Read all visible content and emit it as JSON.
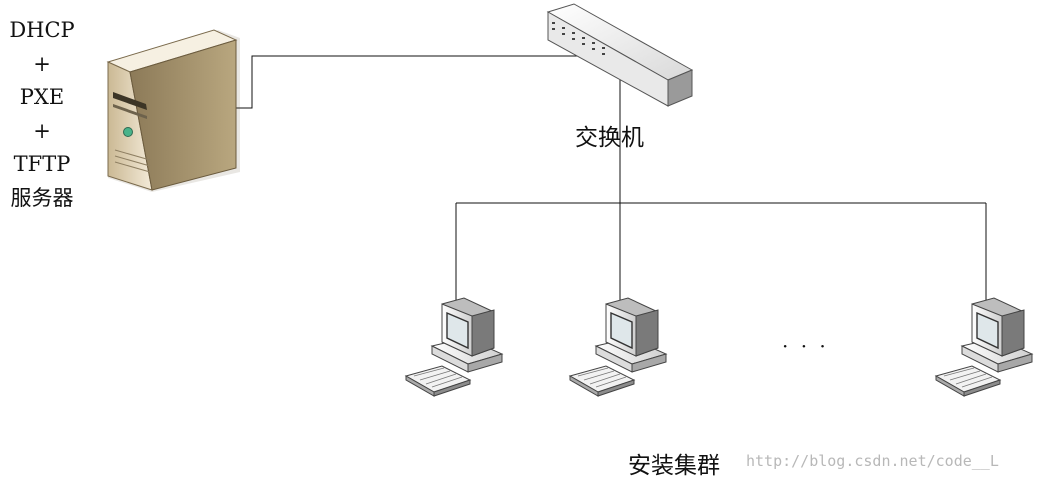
{
  "server": {
    "label_lines": [
      "DHCP",
      "+",
      "PXE",
      "+",
      "TFTP",
      "服务器"
    ]
  },
  "switch": {
    "label": "交换机"
  },
  "cluster": {
    "label": "安装集群",
    "ellipsis": "· · ·",
    "computer_count": 3
  },
  "watermark": "http://blog.csdn.net/code__L",
  "colors": {
    "line": "#111111",
    "server_body": "#e9dcc3",
    "switch_body": "#f2f2f2",
    "computer_body": "#f4f4f4",
    "screen": "#dfe7ea"
  }
}
